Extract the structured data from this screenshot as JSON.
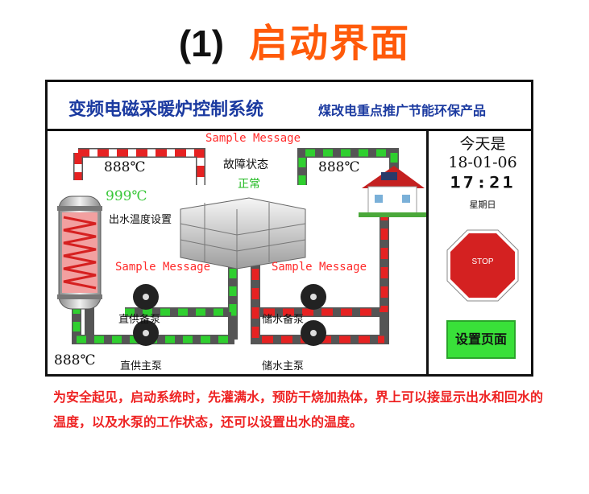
{
  "page": {
    "heading_number": "(1)",
    "heading_title": "启动界面"
  },
  "panel": {
    "system_title": "变频电磁采暖炉控制系统",
    "slogan": "煤改电重点推广节能环保产品",
    "sample_message_top": "Sample Message",
    "sample_message_left": "Sample Message",
    "sample_message_right": "Sample Message",
    "fault_status_label": "故障状态",
    "fault_status_value": "正常",
    "temp_outlet_top": "888℃",
    "temp_right_top": "888℃",
    "temp_bottom_left": "888℃",
    "temp_setpoint": "999℃",
    "outlet_temp_setting_label": "出水温度设置",
    "pump_direct_backup": "直供备泵",
    "pump_direct_main": "直供主泵",
    "pump_storage_backup": "储水备泵",
    "pump_storage_main": "储水主泵",
    "today_label": "今天是",
    "date": "18-01-06",
    "time": "17:21",
    "weekday": "星期日",
    "stop_label": "STOP",
    "settings_button": "设置页面",
    "colors": {
      "pipe_red": "#e62222",
      "pipe_green": "#2fcf2f",
      "pipe_white": "#ffffff",
      "title_blue": "#1b3aa0",
      "heading_orange": "#ff5a0a"
    },
    "icons": [
      "heater-tank-icon",
      "water-tank-icon",
      "house-icon",
      "pump-fan-icon",
      "stop-sign-icon"
    ]
  },
  "note": {
    "text": "为安全起见，启动系统时，先灌满水，预防干烧加热体，界上可以接显示出水和回水的温度，以及水泵的工作状态，还可以设置出水的温度。"
  }
}
